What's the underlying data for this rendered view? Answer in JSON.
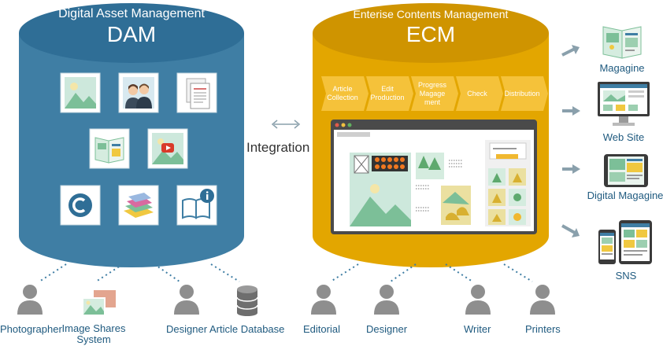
{
  "dam": {
    "title": "Digital Asset Management",
    "abbr": "DAM",
    "icons": [
      "landscape-photo-icon",
      "people-photo-icon",
      "documents-icon",
      "magazine-icon",
      "video-icon",
      "copyright-icon",
      "books-icon",
      "ebook-info-icon"
    ]
  },
  "ecm": {
    "title": "Enterise Contents Management",
    "abbr": "ECM",
    "steps": [
      "Article\nCollection",
      "Edit\nProduction",
      "Progress\nMagage\nment",
      "Check",
      "Distribution"
    ]
  },
  "integration": "Integration",
  "outputs": [
    "Magagine",
    "Web Site",
    "Digital Magagine",
    "SNS"
  ],
  "dam_sources": [
    "Photographer",
    "Image Shares\nSystem",
    "Designer",
    "Article Database"
  ],
  "ecm_users": [
    "Editorial",
    "Designer",
    "Writer",
    "Printers"
  ],
  "colors": {
    "dam": "#3f7ea4",
    "dam_top": "#2f6e96",
    "ecm": "#e3a600",
    "ecm_top": "#cf9400",
    "label": "#1f5a7f",
    "arrow": "#8aa0ac"
  }
}
